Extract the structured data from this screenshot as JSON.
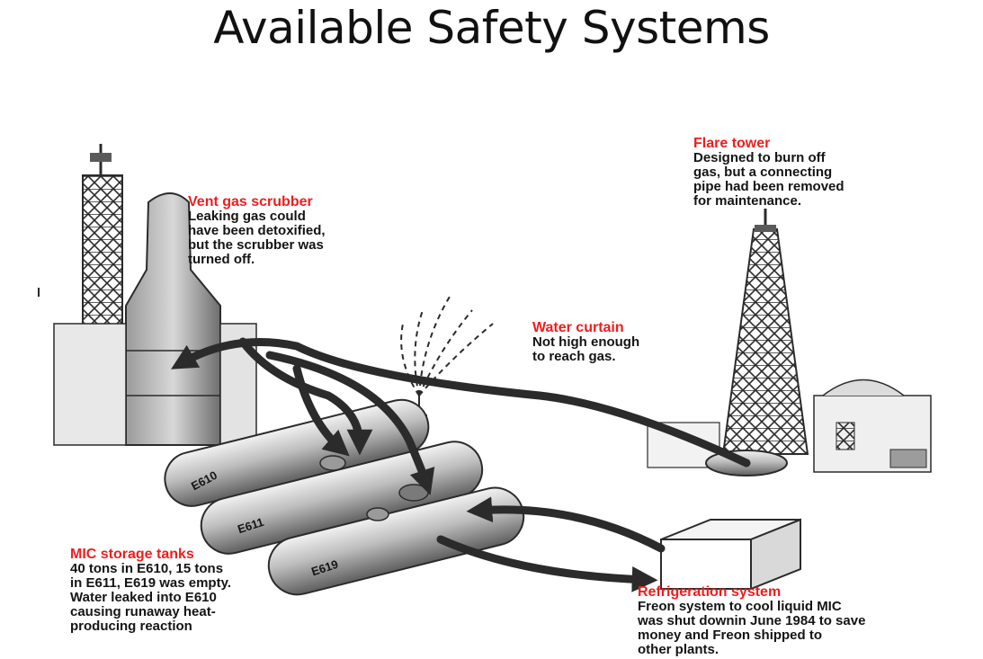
{
  "title": "Available Safety Systems",
  "colors": {
    "heading": "#ef1d1d",
    "text": "#141414",
    "line_art": "#2b2b2b",
    "shade": "#8c8c8c"
  },
  "callouts": {
    "vent_gas_scrubber": {
      "heading": "Vent gas scrubber",
      "body": "Leaking gas could\nhave been detoxified,\nbut the scrubber was\nturned off."
    },
    "flare_tower": {
      "heading": "Flare tower",
      "body": "Designed to burn off\ngas, but a connecting\npipe had been removed\nfor maintenance."
    },
    "water_curtain": {
      "heading": "Water curtain",
      "body": "Not high enough\nto reach gas."
    },
    "mic_storage_tanks": {
      "heading": "MIC storage tanks",
      "body": "40 tons in E610, 15 tons\nin E611, E619 was empty.\nWater leaked into E610\ncausing runaway heat-\nproducing reaction"
    },
    "refrigeration_system": {
      "heading": "Refrigeration system",
      "body": "Freon system to cool liquid MIC\nwas shut downin June 1984 to save\nmoney and Freon shipped to\nother plants."
    }
  },
  "tank_labels": {
    "e610": "E610",
    "e611": "E611",
    "e619": "E619"
  }
}
